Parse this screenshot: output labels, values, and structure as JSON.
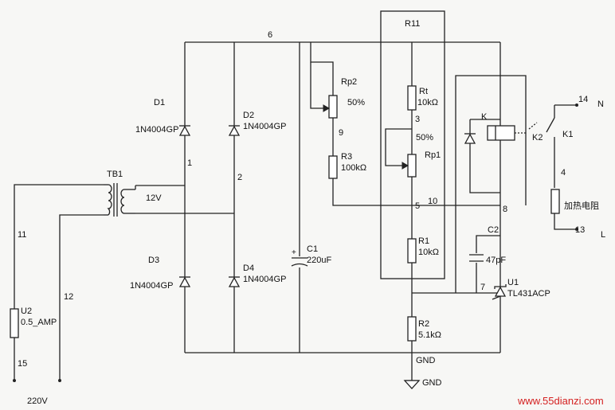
{
  "components": {
    "tb1": "TB1",
    "d1": "D1",
    "d1_part": "1N4004GP",
    "d2": "D2",
    "d2_part": "1N4004GP",
    "d3": "D3",
    "d3_part": "1N4004GP",
    "d4": "D4",
    "d4_part": "1N4004GP",
    "c1": "C1",
    "c1_val": "220uF",
    "rp2": "Rp2",
    "rp2_val": "50%",
    "r3": "R3",
    "r3_val": "100kΩ",
    "r11": "R11",
    "rt": "Rt",
    "rt_val": "10kΩ",
    "rp1": "Rp1",
    "rp1_val": "50%",
    "r1": "R1",
    "r1_val": "10kΩ",
    "r2": "R2",
    "r2_val": "5.1kΩ",
    "c2": "C2",
    "c2_val": "47pF",
    "u1": "U1",
    "u1_part": "TL431ACP",
    "u2": "U2",
    "u2_val": "0.5_AMP",
    "k": "K",
    "k1": "K1",
    "k2": "K2",
    "heater": "加热电阻",
    "gnd_node": "GND",
    "gnd_symbol": "GND",
    "v12": "12V",
    "v220": "220V",
    "n_label": "N",
    "l_label": "L"
  },
  "nodes": [
    "1",
    "2",
    "3",
    "4",
    "5",
    "6",
    "7",
    "8",
    "9",
    "10",
    "11",
    "12",
    "13",
    "14",
    "15"
  ],
  "watermark": "www.55dianzi.com"
}
